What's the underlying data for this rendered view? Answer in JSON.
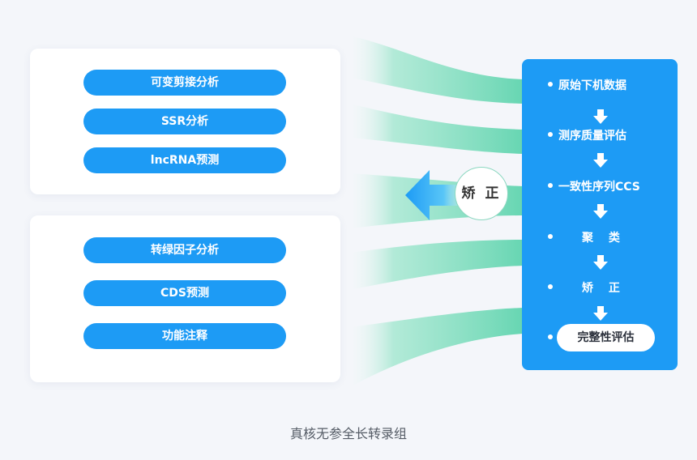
{
  "left_top": {
    "items": [
      "可变剪接分析",
      "SSR分析",
      "lncRNA预测"
    ]
  },
  "left_bottom": {
    "items": [
      "转绿因子分析",
      "CDS预测",
      "功能注释"
    ]
  },
  "pipeline": {
    "steps": [
      "原始下机数据",
      "测序质量评估",
      "一致性序列CCS",
      "聚 类",
      "矫 正"
    ],
    "final_step": "完整性评估"
  },
  "correction_label": "矫 正",
  "caption": "真核无参全长转录组",
  "colors": {
    "primary_blue": "#1d9bf5",
    "flow_green": "#5fd4ae",
    "arrow_blue": "#3bb4f0",
    "background": "#f4f6fa"
  }
}
